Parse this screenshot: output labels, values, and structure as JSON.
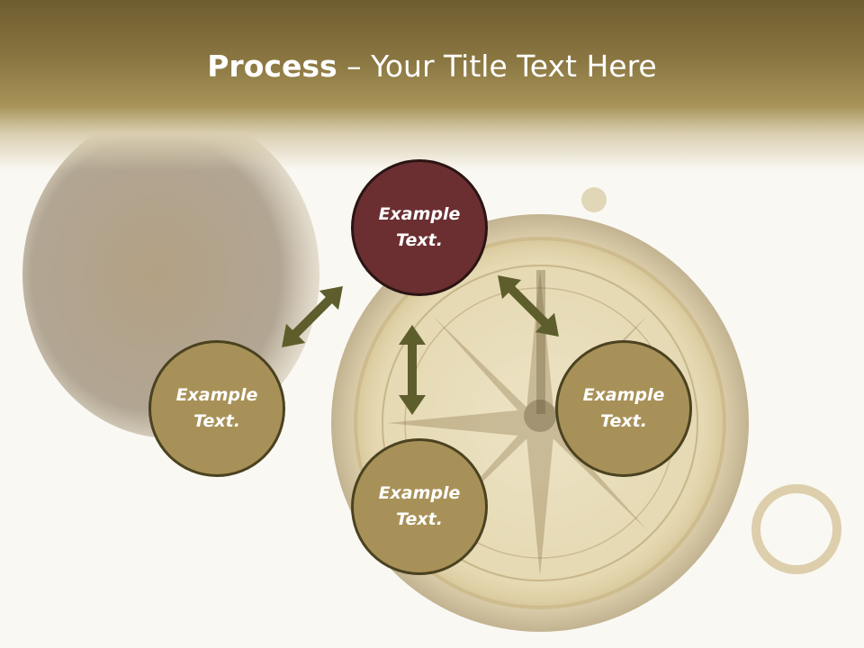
{
  "title": {
    "bold": "Process",
    "rest": " – Your Title Text Here"
  },
  "colors": {
    "title_bar": "#8a7641",
    "top_node": "#6b2f31",
    "other_nodes": "#a89158",
    "arrows": "#5d5e2c"
  },
  "nodes": {
    "top": {
      "label": "Example\nText."
    },
    "left": {
      "label": "Example\nText."
    },
    "right": {
      "label": "Example\nText."
    },
    "bottom": {
      "label": "Example\nText."
    }
  },
  "background": {
    "image": "compass-photo"
  }
}
